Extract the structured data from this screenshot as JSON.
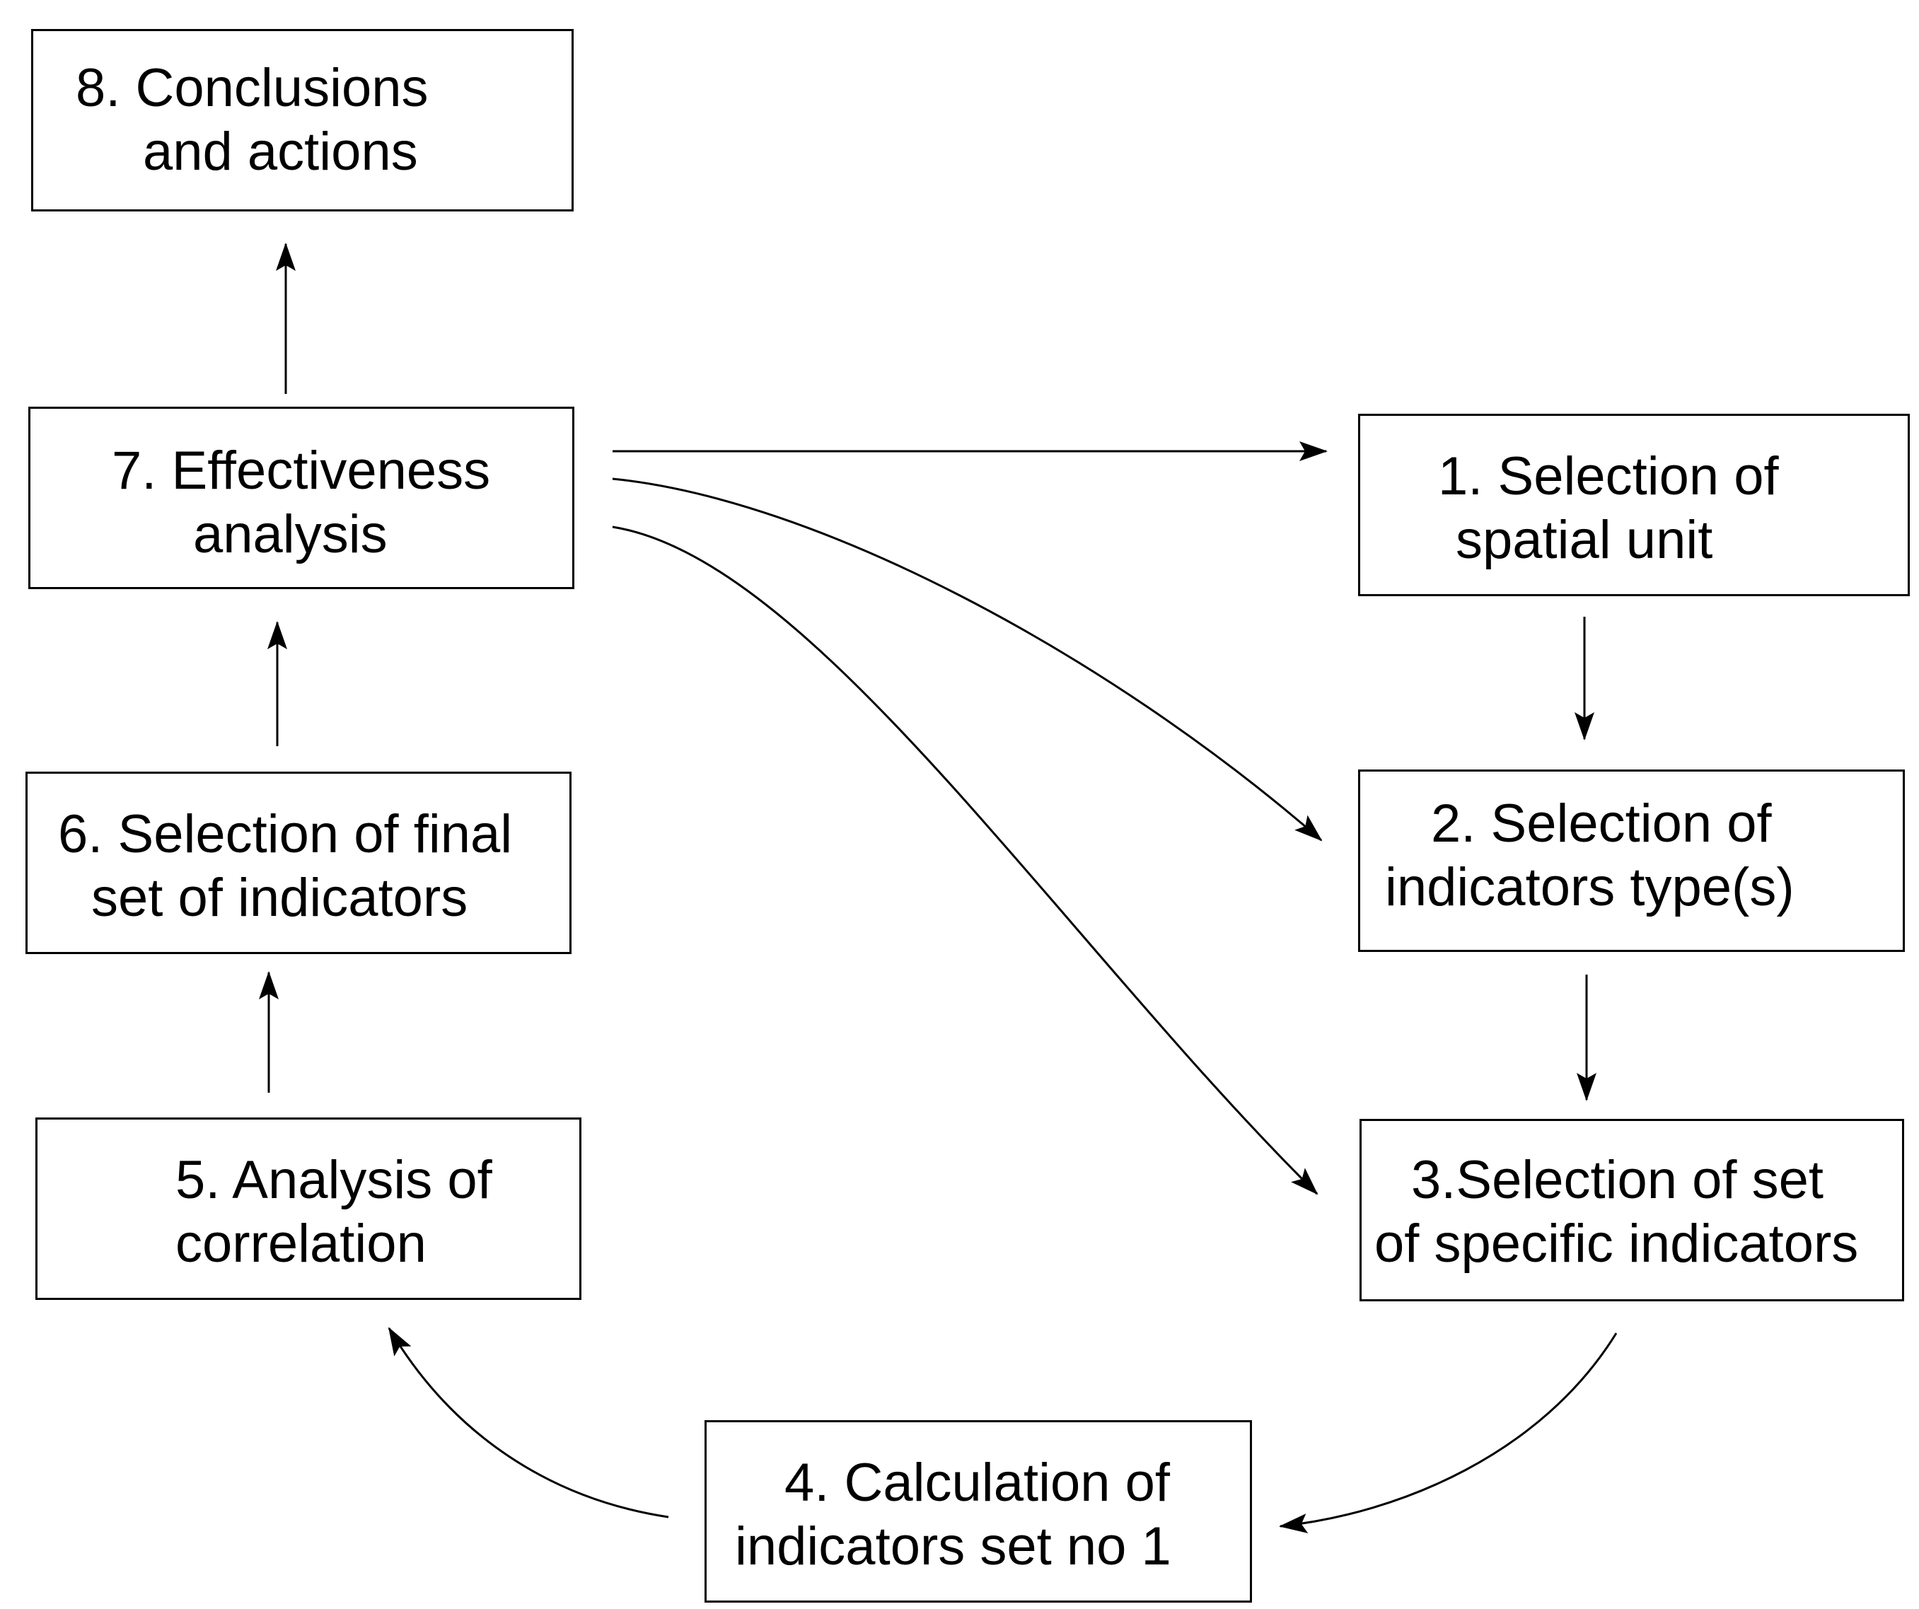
{
  "steps": {
    "s1": {
      "line1": "1. Selection of",
      "line2": "spatial unit"
    },
    "s2": {
      "line1": "2. Selection of",
      "line2": "indicators type(s)"
    },
    "s3": {
      "line1": "3.Selection of set",
      "line2": "of specific indicators"
    },
    "s4": {
      "line1": "4. Calculation of",
      "line2": "indicators set no 1"
    },
    "s5": {
      "line1": "5. Analysis of",
      "line2": "correlation"
    },
    "s6": {
      "line1": "6. Selection of final",
      "line2": "set of indicators"
    },
    "s7": {
      "line1": "7. Effectiveness",
      "line2": "analysis"
    },
    "s8": {
      "line1": "8. Conclusions",
      "line2": "and actions"
    }
  }
}
